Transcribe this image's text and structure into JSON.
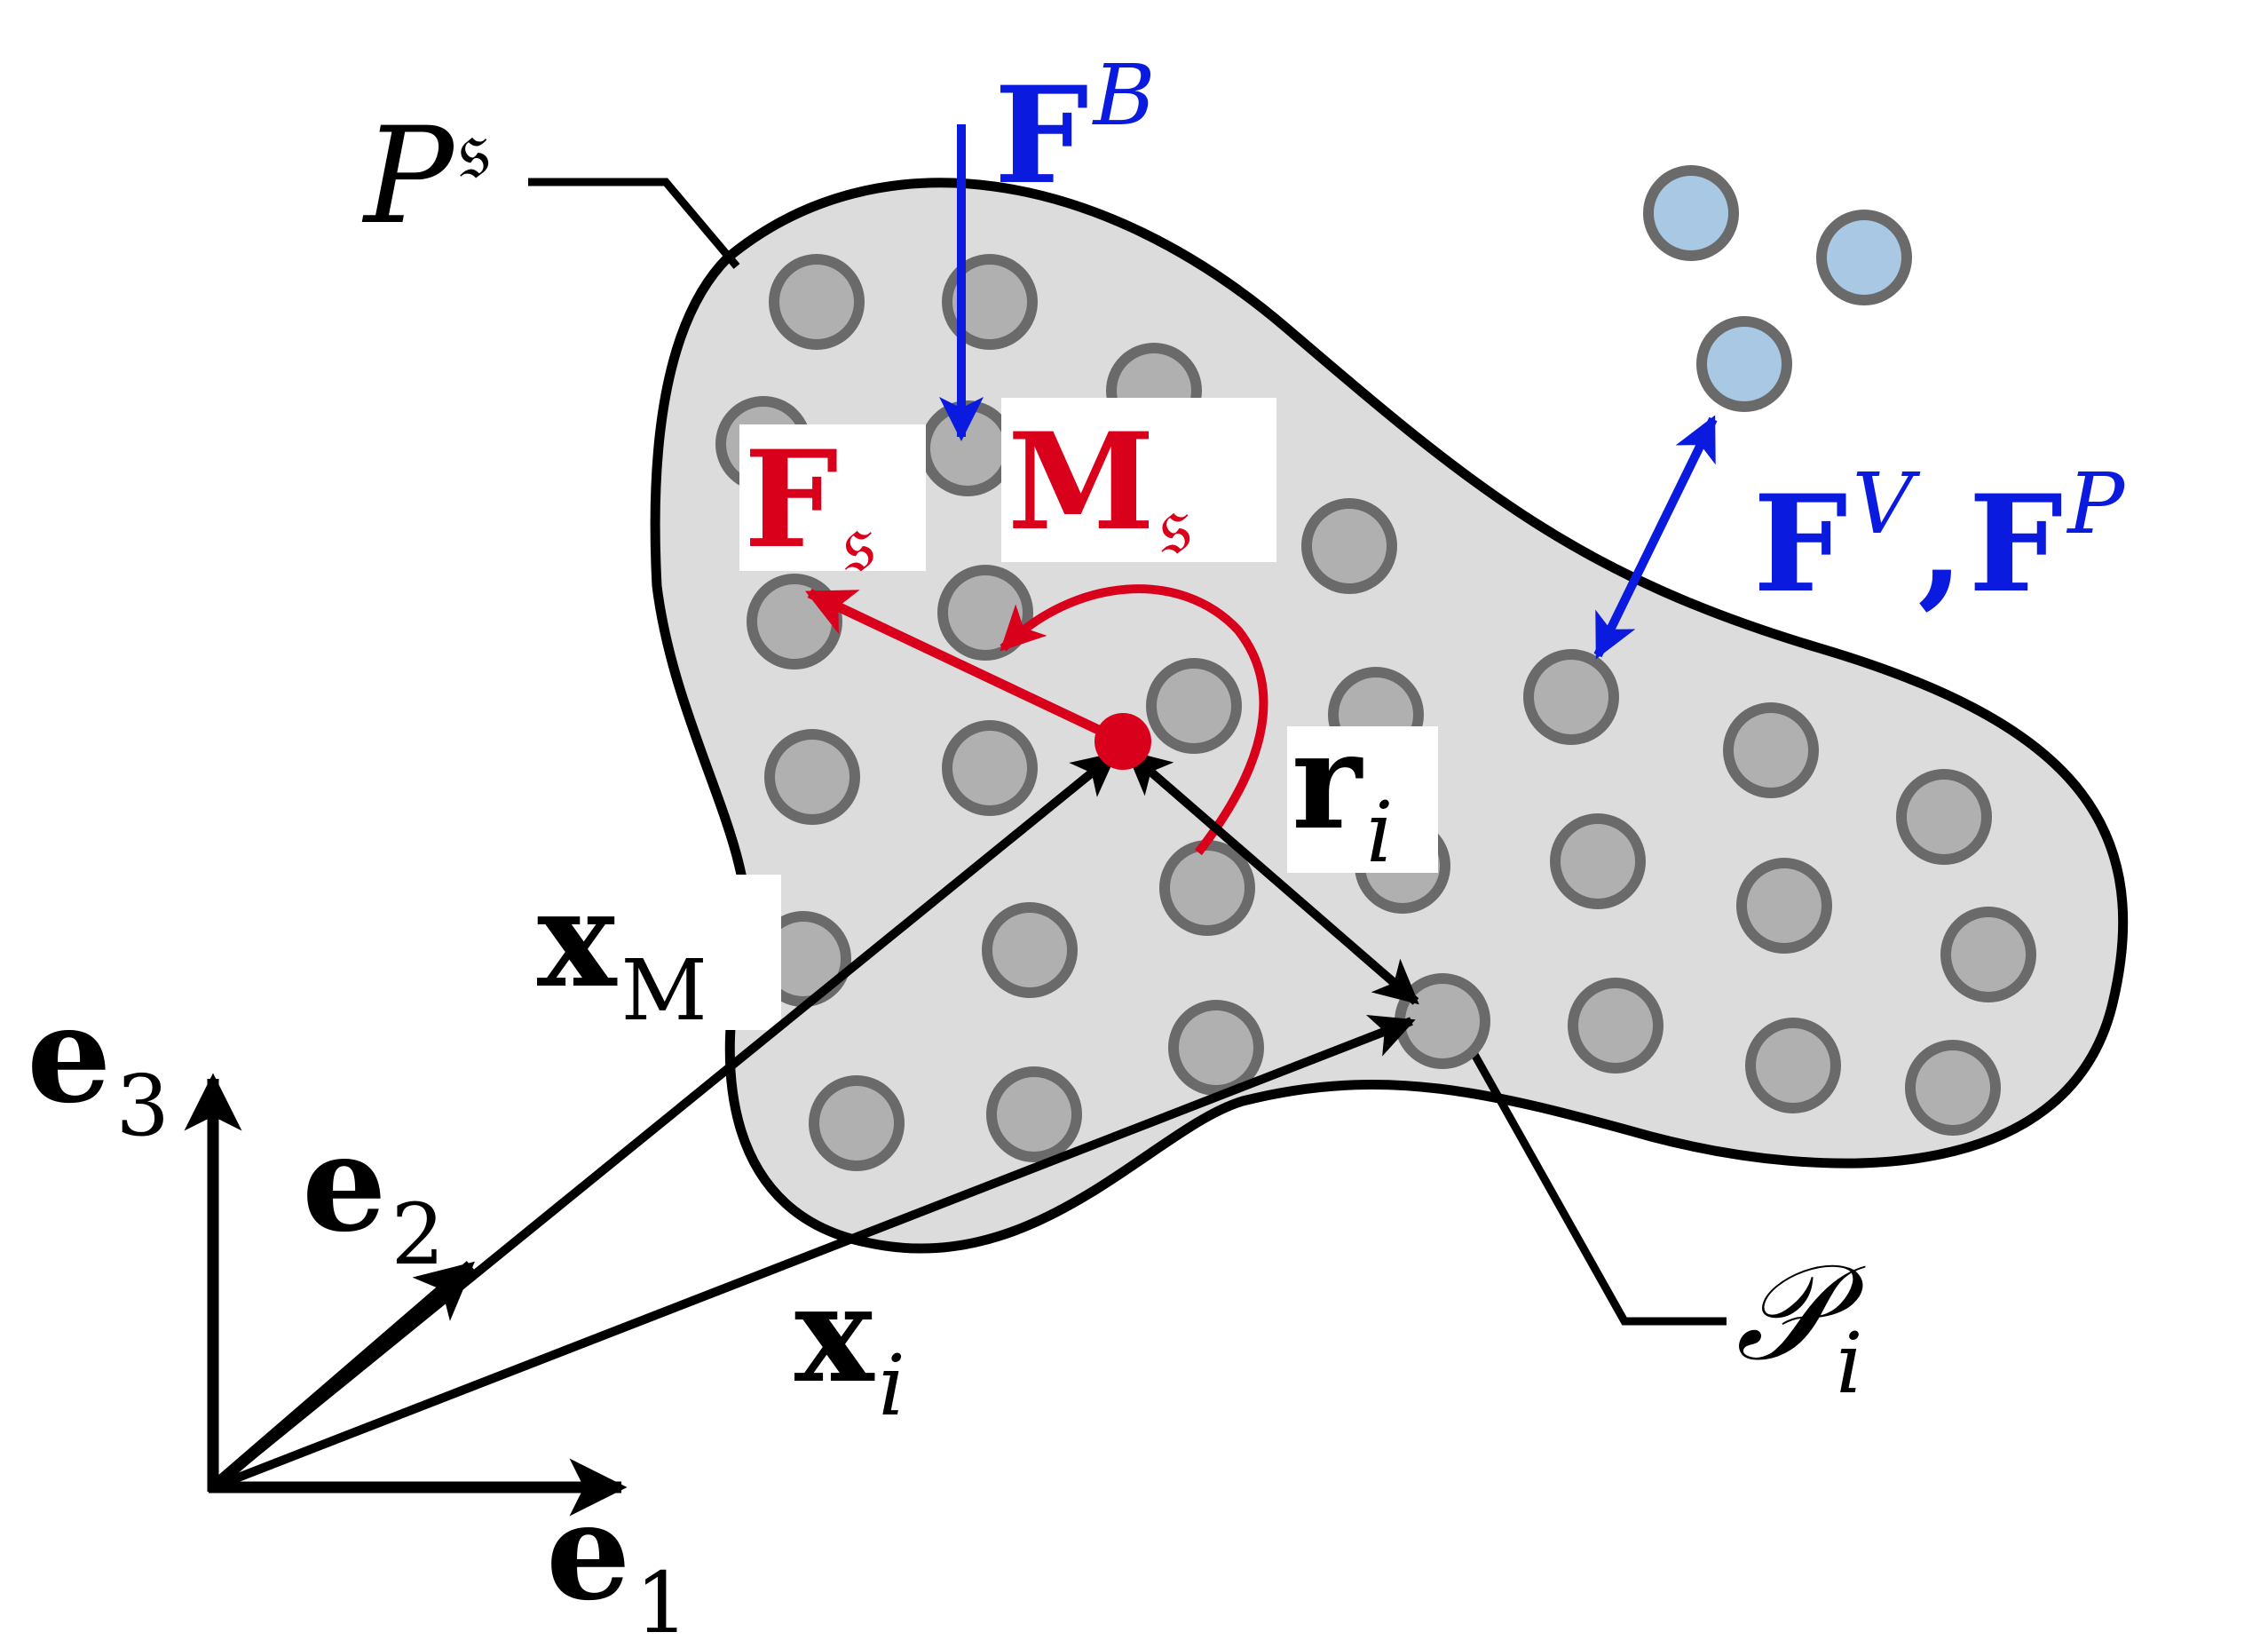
{
  "colors": {
    "body_fill": "#dcdcdc",
    "particle_fill": "#b0b0b0",
    "particle_stroke": "#6a6a6a",
    "fluid_fill": "#a8c8e4",
    "force_blue": "#0a1adf",
    "force_red": "#d9001c",
    "outline": "#000000"
  },
  "labels": {
    "body_name": {
      "main": "P",
      "sup": "𝔰"
    },
    "buoyancy": {
      "main": "F",
      "sup": "B"
    },
    "fluid_force": {
      "m1": "F",
      "s1": "V",
      "comma": ",",
      "m2": "F",
      "s2": "P"
    },
    "body_force": {
      "main": "F",
      "sub": "𝔰"
    },
    "body_moment": {
      "main": "M",
      "sub": "𝔰"
    },
    "r_i": {
      "main": "r",
      "sub": "i"
    },
    "x_M": {
      "main": "x",
      "sub": "M"
    },
    "x_i": {
      "main": "x",
      "sub": "i"
    },
    "particle_name": {
      "main": "𝒫",
      "sub": "i"
    },
    "e1": {
      "main": "e",
      "sub": "1"
    },
    "e2": {
      "main": "e",
      "sub": "2"
    },
    "e3": {
      "main": "e",
      "sub": "3"
    }
  },
  "icons": {
    "solid_particles": "filled-gray-circle",
    "fluid_particles": "filled-light-blue-circle",
    "center_of_mass": "filled-red-dot"
  }
}
